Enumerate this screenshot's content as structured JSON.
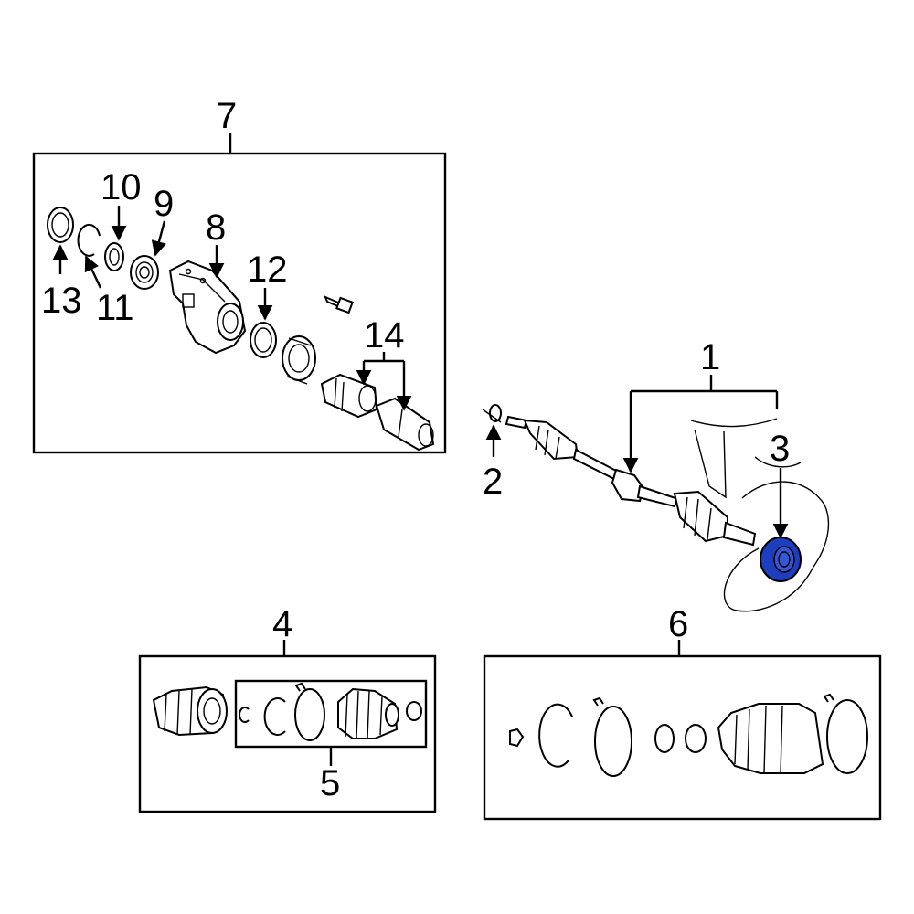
{
  "callouts": {
    "c1": "1",
    "c2": "2",
    "c3": "3",
    "c4": "4",
    "c5": "5",
    "c6": "6",
    "c7": "7",
    "c8": "8",
    "c9": "9",
    "c10": "10",
    "c11": "11",
    "c12": "12",
    "c13": "13",
    "c14": "14"
  },
  "highlight_color": "#1d3fbf"
}
